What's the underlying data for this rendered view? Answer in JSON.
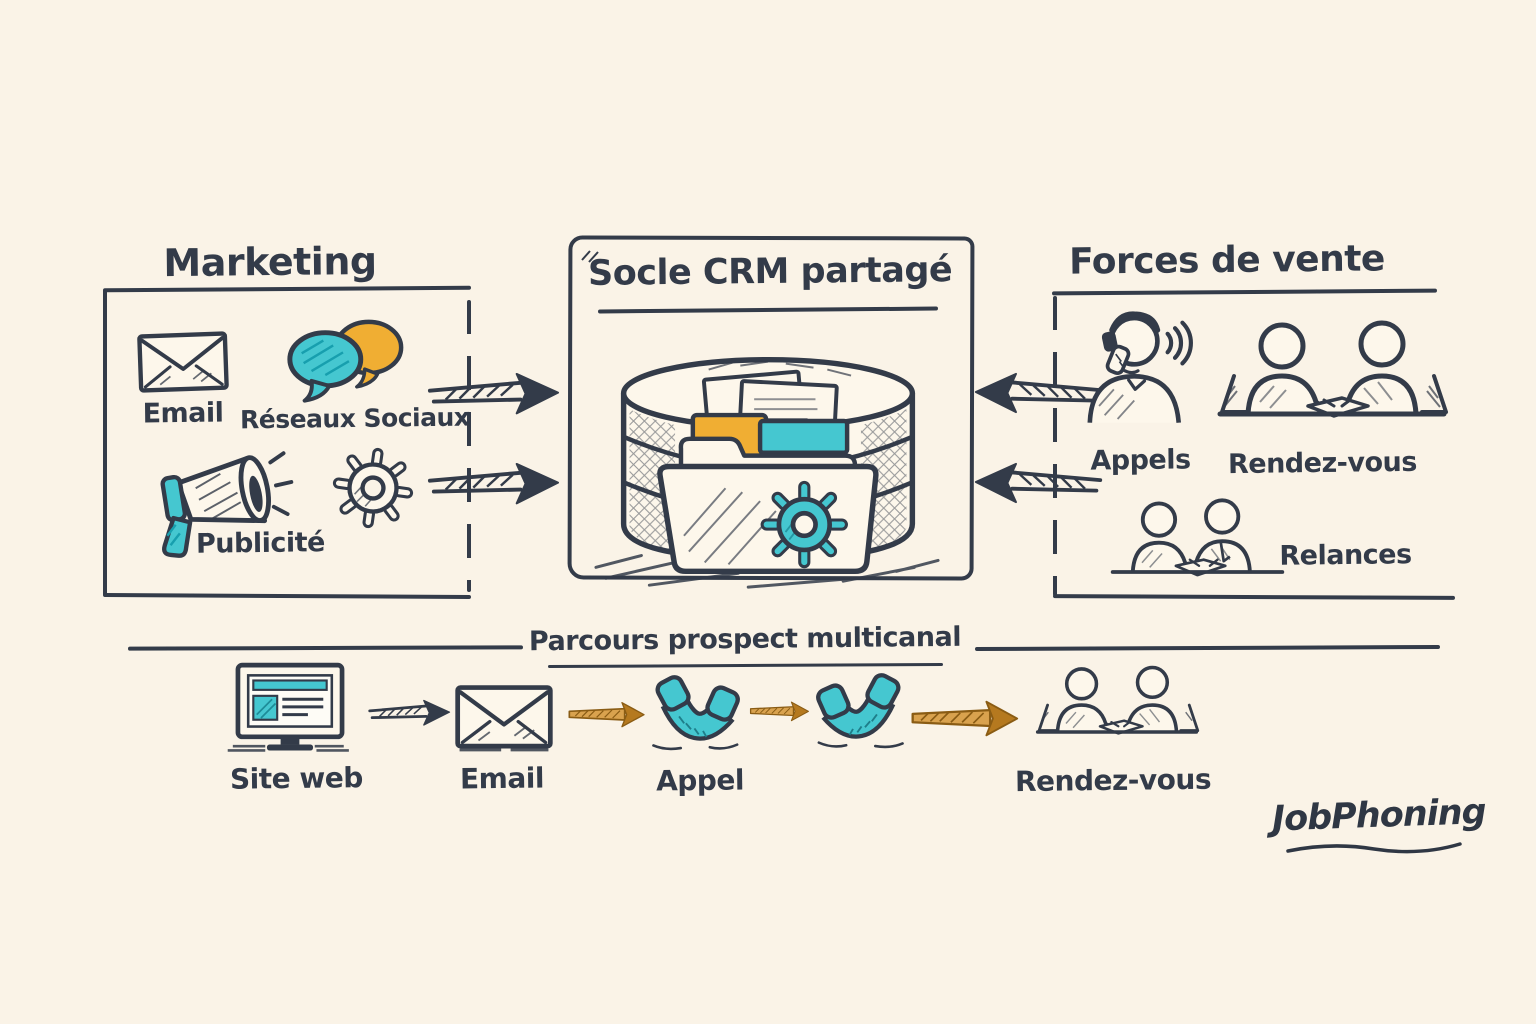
{
  "colors": {
    "background": "#faf3e7",
    "ink": "#333b49",
    "teal": "#45c7d0",
    "orange": "#f0ae33",
    "arrow_orange": "#c08a36"
  },
  "marketing": {
    "title": "Marketing",
    "email_label": "Email",
    "social_label": "Réseaux Sociaux",
    "ads_label": "Publicité"
  },
  "crm": {
    "title": "Socle CRM partagé"
  },
  "sales": {
    "title": "Forces de vente",
    "calls_label": "Appels",
    "meetings_label": "Rendez-vous",
    "followups_label": "Relances"
  },
  "journey": {
    "title": "Parcours prospect multicanal",
    "website_label": "Site web",
    "email_label": "Email",
    "call_label": "Appel",
    "meeting_label": "Rendez-vous"
  },
  "logo_text": "JobPhoning"
}
